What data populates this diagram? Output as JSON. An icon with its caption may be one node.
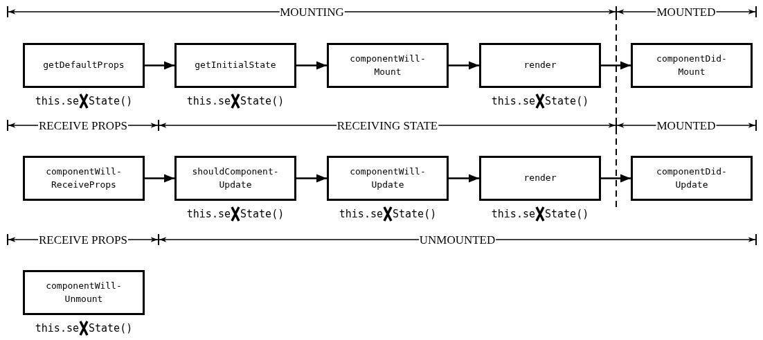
{
  "diagram": {
    "nodes": [
      {
        "text": [
          "getDefaultProps"
        ],
        "beside": [
          "this.se",
          "State()"
        ]
      },
      {
        "text": [
          "getInitialState"
        ],
        "beside": [
          "this.se",
          "State()"
        ]
      },
      {
        "text": [
          "componentWill- Mount"
        ]
      },
      {
        "text": [
          "render"
        ],
        "beside": [
          "this.se",
          "State()"
        ]
      },
      {
        "text": [
          "componentDid- Mount"
        ]
      },
      {
        "text": [
          "componentWill- ReceiveProps"
        ]
      },
      {
        "text": [
          "shouldComponent- Update"
        ],
        "beside": [
          "this.se",
          "State()"
        ]
      },
      {
        "text": [
          "componentWill- Update"
        ],
        "beside": [
          "this.se",
          "State()"
        ]
      },
      {
        "text": [
          "render"
        ],
        "beside": [
          "this.se",
          "State()"
        ]
      },
      {
        "text": [
          "componentDid- Update"
        ]
      },
      {
        "text": [
          "componentWill- Unmount"
        ],
        "beside": [
          "this.se",
          "State()"
        ]
      }
    ],
    "edges": [
      {
        "from": 0,
        "to": 1,
        "arrow": "to"
      },
      {
        "from": 1,
        "to": 2,
        "arrow": "to"
      },
      {
        "from": 2,
        "to": 3,
        "arrow": "to"
      },
      {
        "from": 3,
        "to": 4,
        "arrow": "to"
      },
      {
        "from": 5,
        "to": 6,
        "arrow": "to"
      },
      {
        "from": 6,
        "to": 7,
        "arrow": "to"
      },
      {
        "from": 7,
        "to": 8,
        "arrow": "to"
      },
      {
        "from": 8,
        "to": 9,
        "arrow": "to"
      }
    ],
    "labels": [
      "MOUNTING",
      "MOUNTED",
      "RECEIVE PROPS",
      "RECEIVING STATE",
      "MOUNTED",
      "RECEIVE PROPS",
      "UNMOUNTED"
    ]
  }
}
